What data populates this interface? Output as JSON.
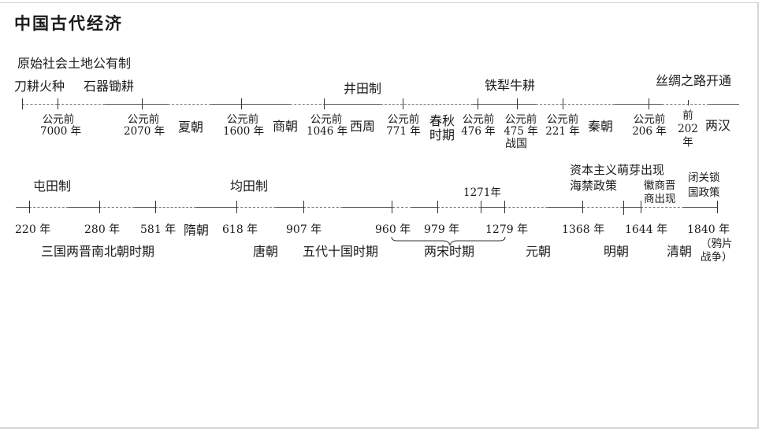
{
  "title": "中国古代经济",
  "row1": {
    "top_labels": {
      "primitive": "原始社会土地公有制",
      "slash_burn": "刀耕火种",
      "stone_hoe": "石器锄耕",
      "well_field": "井田制",
      "iron_plough": "铁犁牛耕",
      "silk_road": "丝绸之路开通"
    },
    "dates": [
      {
        "l1": "公元前",
        "l2": "7000 年"
      },
      {
        "l1": "公元前",
        "l2": "2070 年"
      },
      {
        "l1": "公元前",
        "l2": "1600 年"
      },
      {
        "l1": "公元前",
        "l2": "1046 年"
      },
      {
        "l1": "公元前",
        "l2": "771 年"
      },
      {
        "l1": "公元前",
        "l2": "476 年"
      },
      {
        "l1": "公元前",
        "l2": "475 年"
      },
      {
        "l1": "公元前",
        "l2": "221 年"
      },
      {
        "l1": "公元前",
        "l2": "206 年"
      },
      {
        "l1": "前",
        "l2": "202",
        "l3": "年"
      }
    ],
    "periods": {
      "xia": "夏朝",
      "shang": "商朝",
      "western_zhou": "西周",
      "spring_autumn_1": "春秋",
      "spring_autumn_2": "时期",
      "warring_states": "战国",
      "qin": "秦朝",
      "han": "两汉"
    }
  },
  "row2": {
    "top_labels": {
      "tuntian": "屯田制",
      "juntian": "均田制",
      "y1271": "1271年",
      "capitalism": "资本主义萌芽出现",
      "sea_ban": "海禁政策",
      "huishang_1": "徽商晋",
      "huishang_2": "商出现",
      "closed_door_1": "闭关锁",
      "closed_door_2": "国政策"
    },
    "dates": [
      "220 年",
      "280 年",
      "581 年",
      "618 年",
      "907 年",
      "960 年",
      "979 年",
      "1279 年",
      "1368 年",
      "1644 年",
      "1840 年"
    ],
    "opium_war_1": "（鸦片",
    "opium_war_2": "战争）",
    "periods": {
      "three_kingdoms": "三国两晋南北朝时期",
      "sui": "隋朝",
      "tang": "唐朝",
      "five_dynasties": "五代十国时期",
      "song": "两宋时期",
      "yuan": "元朝",
      "ming": "明朝",
      "qing": "清朝"
    }
  }
}
